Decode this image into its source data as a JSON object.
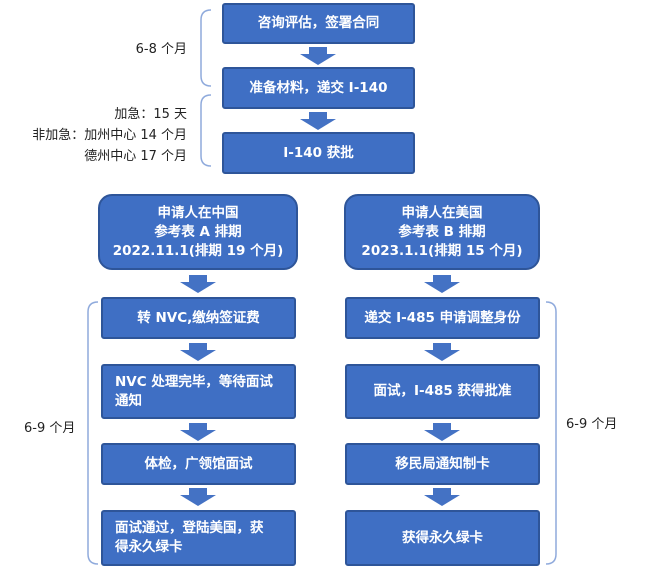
{
  "top_steps": {
    "consult": "咨询评估，签署合同",
    "submit_i140": "准备材料，递交 I-140",
    "i140_approved": "I-140 获批"
  },
  "top_notes": {
    "duration_1": "6-8 个月",
    "expedited": "加急：15 天",
    "non_expedited": "非加急：加州中心 14 个月",
    "texas": "德州中心 17 个月"
  },
  "left_branch": {
    "header": [
      "申请人在中国",
      "参考表 A 排期",
      "2022.11.1(排期 19 个月)"
    ],
    "steps": [
      [
        "转 NVC,缴纳签证费"
      ],
      [
        "NVC 处理完毕，等待面试",
        "通知"
      ],
      [
        "体检，广领馆面试"
      ],
      [
        "面试通过，登陆美国，获",
        "得永久绿卡"
      ]
    ],
    "duration": "6-9 个月"
  },
  "right_branch": {
    "header": [
      "申请人在美国",
      "参考表 B 排期",
      "2023.1.1(排期 15 个月)"
    ],
    "steps": [
      [
        "递交 I-485 申请调整身份"
      ],
      [
        "面试，I-485 获得批准"
      ],
      [
        "移民局通知制卡"
      ],
      [
        "获得永久绿卡"
      ]
    ],
    "duration": "6-9 个月"
  },
  "colors": {
    "box_fill": "#3f6fc4",
    "box_border": "#2e5599",
    "arrow": "#4472c4",
    "bracket": "#8faadc"
  }
}
